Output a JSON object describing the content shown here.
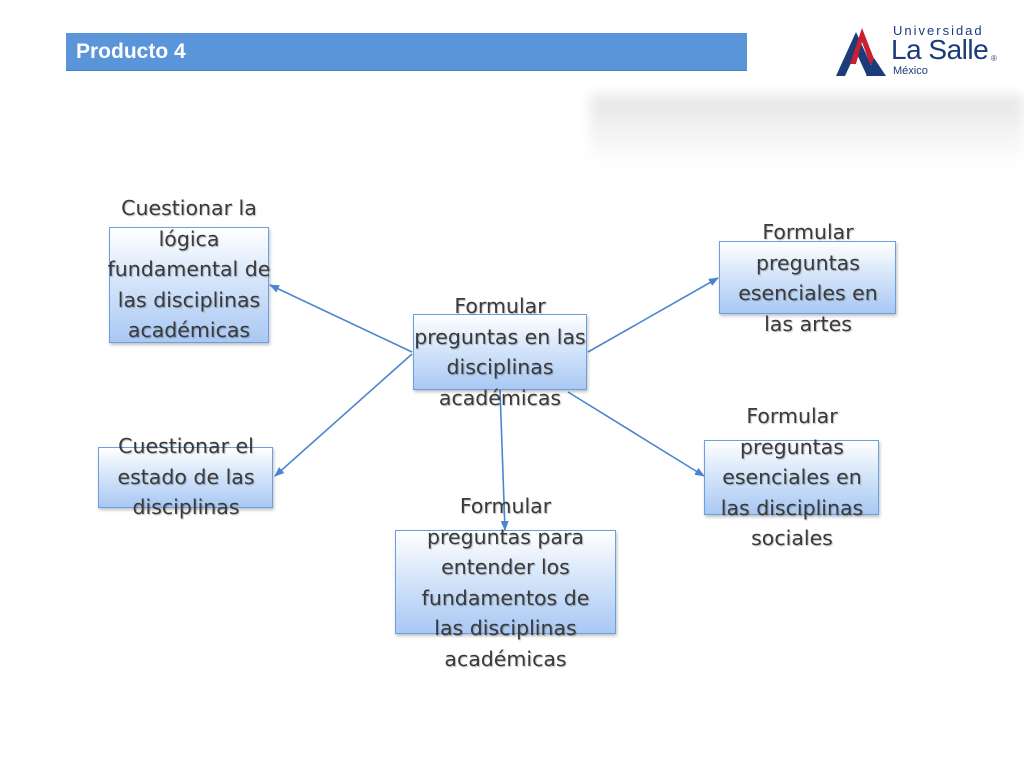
{
  "slide": {
    "title": "Producto 4"
  },
  "logo": {
    "line1": "Universidad",
    "line2": "La Salle",
    "registered": "®",
    "line3": "México"
  },
  "diagram": {
    "center": {
      "text": "Formular preguntas en las disciplinas académicas"
    },
    "nodes": [
      {
        "id": "logica",
        "text": "Cuestionar la lógica fundamental de las disciplinas académicas"
      },
      {
        "id": "estado",
        "text": "Cuestionar el estado de las disciplinas"
      },
      {
        "id": "fundamentos",
        "text": "Formular preguntas para entender los fundamentos de las disciplinas académicas"
      },
      {
        "id": "artes",
        "text": "Formular preguntas esenciales en las artes"
      },
      {
        "id": "sociales",
        "text": "Formular preguntas esenciales en las disciplinas sociales"
      }
    ],
    "edge_color": "#4a86d0",
    "box_border_color": "#6a9fe0"
  }
}
